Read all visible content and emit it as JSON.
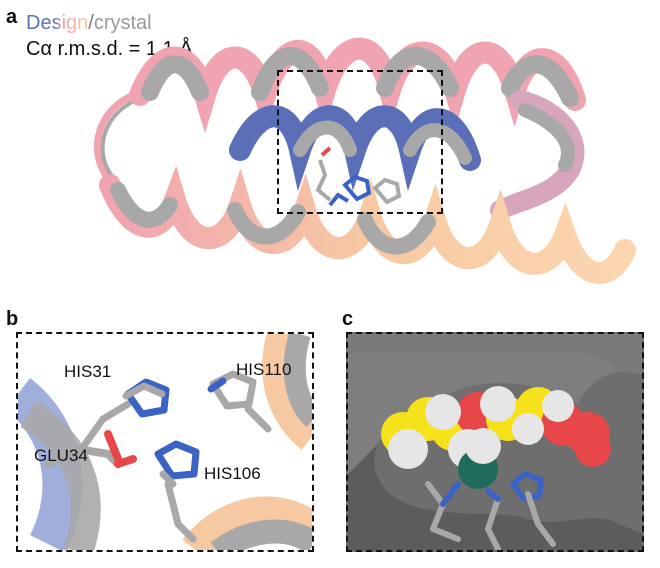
{
  "panels": {
    "a": "a",
    "b": "b",
    "c": "c"
  },
  "legend": {
    "design": "Design",
    "slash": "/",
    "crystal": "crystal",
    "rmsd": "Cα r.m.s.d. = 1.1 Å"
  },
  "residues": {
    "his31": "HIS31",
    "his110": "HIS110",
    "glu34": "GLU34",
    "his106": "HIS106"
  },
  "colors": {
    "design_blue": "#5a6fb8",
    "design_pink": "#f0a3b0",
    "design_peach": "#f7c9a3",
    "crystal_gray": "#a8a8a8",
    "oxygen_red": "#e8474a",
    "nitrogen_blue": "#3a63c4",
    "sulfur_yellow": "#f5e21a",
    "metal_teal": "#1f6b5c"
  }
}
